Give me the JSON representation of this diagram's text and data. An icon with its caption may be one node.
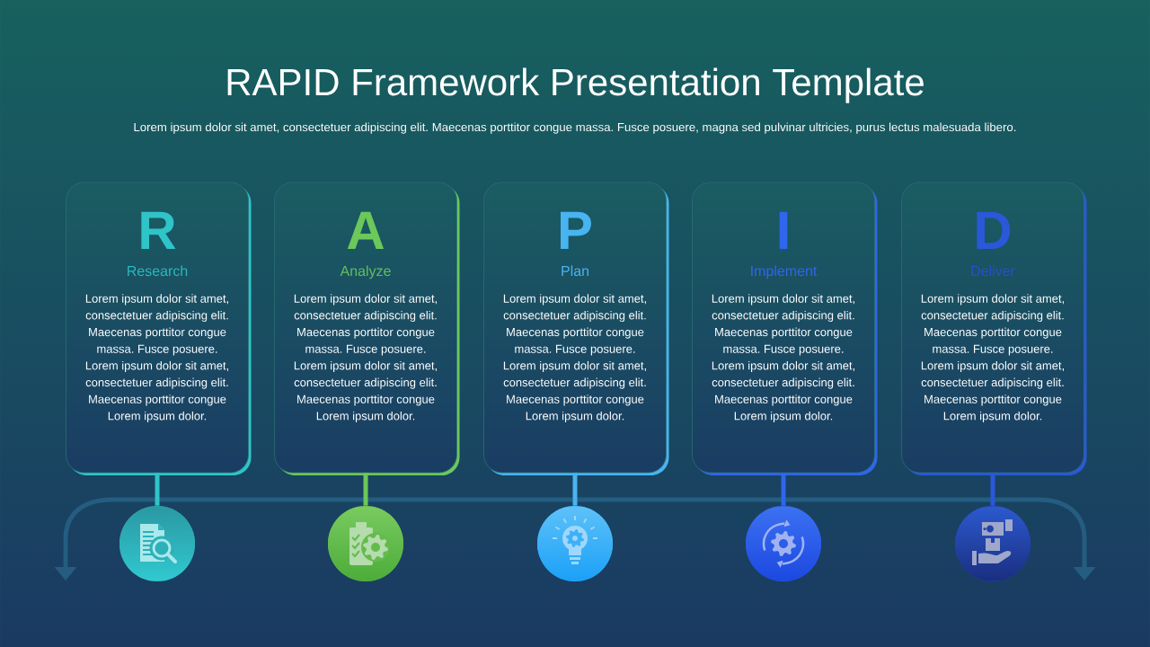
{
  "diagram": {
    "title": "RAPID Framework Presentation Template",
    "nodes": [
      {
        "text": [
          "R",
          "Research",
          "Lorem ipsum dolor sit amet, consectetuer adipiscing elit. Maecenas porttitor congue massa. Fusce posuere. Lorem ipsum dolor sit amet, consectetuer adipiscing elit. Maecenas porttitor congue Lorem ipsum dolor."
        ]
      },
      {
        "text": [
          "A",
          "Analyze",
          "Lorem ipsum dolor sit amet, consectetuer adipiscing elit. Maecenas porttitor congue massa. Fusce posuere. Lorem ipsum dolor sit amet, consectetuer adipiscing elit. Maecenas porttitor congue Lorem ipsum dolor."
        ]
      },
      {
        "text": [
          "P",
          "Plan",
          "Lorem ipsum dolor sit amet, consectetuer adipiscing elit. Maecenas porttitor congue massa. Fusce posuere. Lorem ipsum dolor sit amet, consectetuer adipiscing elit. Maecenas porttitor congue Lorem ipsum dolor."
        ]
      },
      {
        "text": [
          "I",
          "Implement",
          "Lorem ipsum dolor sit amet, consectetuer adipiscing elit. Maecenas porttitor congue massa. Fusce posuere. Lorem ipsum dolor sit amet, consectetuer adipiscing elit. Maecenas porttitor congue Lorem ipsum dolor."
        ]
      },
      {
        "text": [
          "D",
          "Deliver",
          "Lorem ipsum dolor sit amet, consectetuer adipiscing elit. Maecenas porttitor congue massa. Fusce posuere. Lorem ipsum dolor sit amet, consectetuer adipiscing elit. Maecenas porttitor congue Lorem ipsum dolor."
        ]
      },
      {
        "text": [],
        "shape": "circle"
      },
      {
        "text": [],
        "shape": "circle"
      },
      {
        "text": [],
        "shape": "circle"
      },
      {
        "text": [],
        "shape": "circle"
      },
      {
        "text": [],
        "shape": "circle"
      }
    ],
    "edges": [
      {
        "from": 0,
        "to": 5,
        "arrow": "none",
        "color": "#2ec4c8"
      },
      {
        "from": 1,
        "to": 6,
        "arrow": "none",
        "color": "#6cc85a"
      },
      {
        "from": 2,
        "to": 7,
        "arrow": "none",
        "color": "#48b4f0"
      },
      {
        "from": 3,
        "to": 8,
        "arrow": "none",
        "color": "#2f66ec"
      },
      {
        "from": 4,
        "to": 9,
        "arrow": "none",
        "color": "#2a58d8"
      }
    ],
    "labels": [
      "Lorem ipsum dolor sit amet, consectetuer adipiscing elit. Maecenas porttitor congue massa. Fusce posuere, magna sed pulvinar ultricies, purus lectus malesuada libero."
    ]
  }
}
